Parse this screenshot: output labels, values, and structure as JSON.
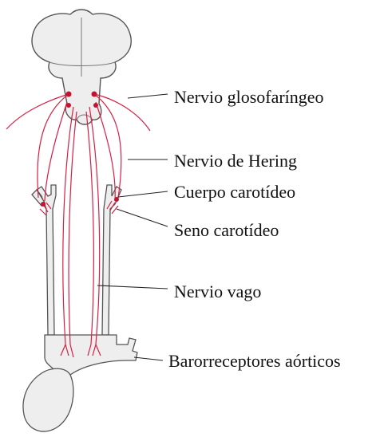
{
  "labels": [
    "Nervio glosofaríngeo",
    "Nervio de Hering",
    "Cuerpo carotídeo",
    "Seno carotídeo",
    "Nervio vago",
    "Barorreceptores aórticos"
  ],
  "colors": {
    "nerve": "#d81f45",
    "outline": "#555555",
    "fill": "#eeeeee",
    "node": "#c4122f",
    "leader": "#222222"
  }
}
